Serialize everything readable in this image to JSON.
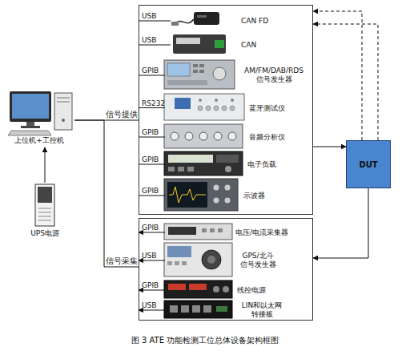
{
  "diagram": {
    "caption": "图 3 ATE 功能检测工位总体设备架构框图",
    "nodes": [
      {
        "text": [
          "上位机+工控机"
        ]
      },
      {
        "text": [
          "UPS电源"
        ]
      },
      {
        "text": []
      },
      {
        "text": [
          "CAN FD"
        ],
        "in": 2
      },
      {
        "text": [
          "CAN"
        ],
        "in": 2
      },
      {
        "text": [
          "AM/FM/DAB/RDS 信号发生器"
        ],
        "in": 2
      },
      {
        "text": [
          "蓝牙测试仪"
        ],
        "in": 2
      },
      {
        "text": [
          "音频分析仪"
        ],
        "in": 2
      },
      {
        "text": [
          "电子负载"
        ],
        "in": 2
      },
      {
        "text": [
          "示波器"
        ],
        "in": 2
      },
      {
        "text": []
      },
      {
        "text": [
          "电压/电流采集器"
        ],
        "in": 10
      },
      {
        "text": [
          "GPS/北斗 信号发生器"
        ],
        "in": 10
      },
      {
        "text": [
          "线控电源"
        ],
        "in": 10
      },
      {
        "text": [
          "LIN和以太网 转接板"
        ],
        "in": 10
      },
      {
        "text": [
          "DUT"
        ]
      }
    ],
    "edges": [
      {
        "from": 1,
        "to": 0,
        "arrow": "to"
      },
      {
        "from": 0,
        "to": 2,
        "label": "信号提供",
        "arrow": "none"
      },
      {
        "from": 0,
        "to": 10,
        "label": "信号采集",
        "arrow": "none"
      },
      {
        "from": 2,
        "to": 3,
        "label": "USB",
        "arrow": "none"
      },
      {
        "from": 2,
        "to": 4,
        "label": "USB",
        "arrow": "none"
      },
      {
        "from": 2,
        "to": 5,
        "label": "GPIB",
        "arrow": "none"
      },
      {
        "from": 2,
        "to": 6,
        "label": "RS232",
        "arrow": "none"
      },
      {
        "from": 2,
        "to": 7,
        "label": "GPIB",
        "arrow": "none"
      },
      {
        "from": 2,
        "to": 8,
        "label": "GPIB",
        "arrow": "none"
      },
      {
        "from": 2,
        "to": 9,
        "label": "GPIB",
        "arrow": "none"
      },
      {
        "from": 11,
        "to": 10,
        "label": "GPIB",
        "arrow": "to"
      },
      {
        "from": 12,
        "to": 10,
        "label": "USB",
        "arrow": "to"
      },
      {
        "from": 13,
        "to": 10,
        "label": "GPIB",
        "arrow": "to"
      },
      {
        "from": 14,
        "to": 10,
        "label": "USB",
        "arrow": "to"
      },
      {
        "from": 2,
        "to": 15,
        "arrow": "to"
      },
      {
        "from": 15,
        "to": 2,
        "arrow": "to"
      },
      {
        "from": 15,
        "to": 2,
        "arrow": "to"
      },
      {
        "from": 15,
        "to": 10,
        "arrow": "to"
      }
    ]
  }
}
